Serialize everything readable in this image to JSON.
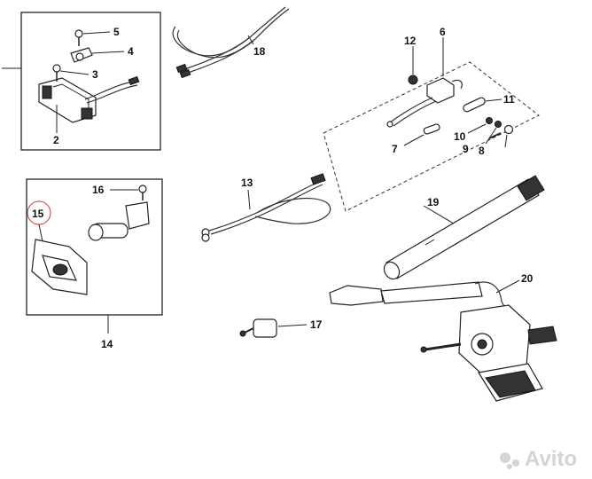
{
  "callouts": {
    "c2": "2",
    "c3": "3",
    "c4": "4",
    "c5": "5",
    "c6": "6",
    "c7": "7",
    "c8": "8",
    "c9": "9",
    "c10": "10",
    "c11": "11",
    "c12": "12",
    "c13": "13",
    "c14": "14",
    "c15": "15",
    "c16": "16",
    "c17": "17",
    "c18": "18",
    "c19": "19",
    "c20": "20"
  },
  "highlight": {
    "callout": "15",
    "color": "#cc3333"
  },
  "watermark": {
    "text": "Avito",
    "icon": "avito-logo-icon"
  }
}
